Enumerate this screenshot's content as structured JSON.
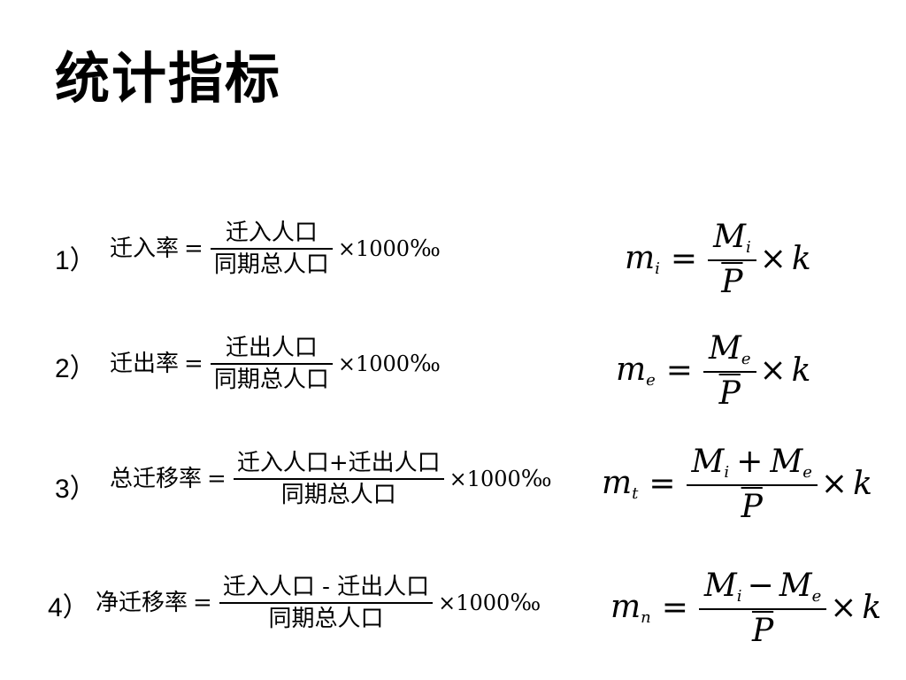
{
  "title": "统计指标",
  "rows": [
    {
      "index": "1）",
      "name": "迁入率",
      "numerator": "迁入人口",
      "denominator": "同期总人口",
      "multiplier": "×1000",
      "unit": "‰",
      "math": {
        "lhs": "m",
        "lhs_sub": "i",
        "num": "M",
        "num_sub": "i",
        "num_op": "",
        "num2": "",
        "num2_sub": "",
        "den": "P",
        "factor": "k"
      }
    },
    {
      "index": "2）",
      "name": "迁出率",
      "numerator": "迁出人口",
      "denominator": "同期总人口",
      "multiplier": "×1000",
      "unit": "‰",
      "math": {
        "lhs": "m",
        "lhs_sub": "e",
        "num": "M",
        "num_sub": "e",
        "num_op": "",
        "num2": "",
        "num2_sub": "",
        "den": "P",
        "factor": "k"
      }
    },
    {
      "index": "3）",
      "name": "总迁移率",
      "numerator": "迁入人口+迁出人口",
      "denominator": "同期总人口",
      "multiplier": "×1000",
      "unit": "‰",
      "math": {
        "lhs": "m",
        "lhs_sub": "t",
        "num": "M",
        "num_sub": "i",
        "num_op": "+",
        "num2": "M",
        "num2_sub": "e",
        "den": "P",
        "factor": "k"
      }
    },
    {
      "index": "4）",
      "name": "净迁移率",
      "numerator": "迁入人口 - 迁出人口",
      "denominator": "同期总人口",
      "multiplier": "×1000",
      "unit": "‰",
      "math": {
        "lhs": "m",
        "lhs_sub": "n",
        "num": "M",
        "num_sub": "i",
        "num_op": "−",
        "num2": "M",
        "num2_sub": "e",
        "den": "P",
        "factor": "k"
      }
    }
  ],
  "symbols": {
    "equals": "=",
    "times": "×"
  }
}
